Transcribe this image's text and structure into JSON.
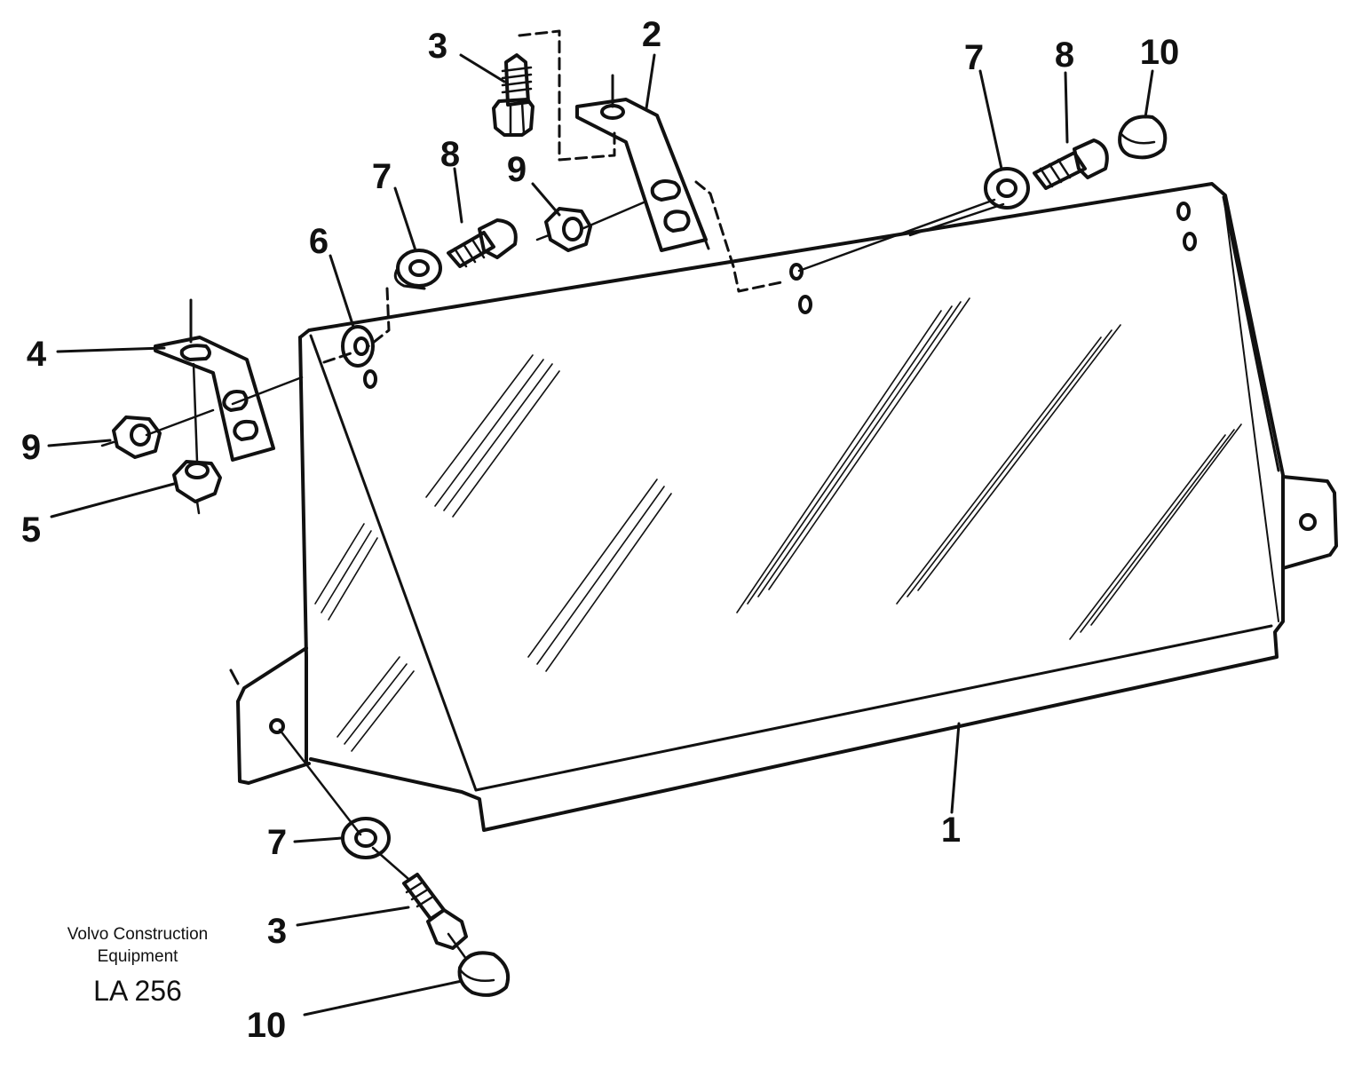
{
  "drawing": {
    "credit_line1": "Volvo Construction",
    "credit_line2": "Equipment",
    "code": "LA 256"
  },
  "callouts": {
    "c1": "1",
    "c2": "2",
    "c3_top": "3",
    "c3_bottom": "3",
    "c4": "4",
    "c5": "5",
    "c6": "6",
    "c7_mid": "7",
    "c7_right": "7",
    "c7_bottom": "7",
    "c8_mid": "8",
    "c8_right": "8",
    "c9_left": "9",
    "c9_mid": "9",
    "c10_right": "10",
    "c10_bottom": "10"
  }
}
